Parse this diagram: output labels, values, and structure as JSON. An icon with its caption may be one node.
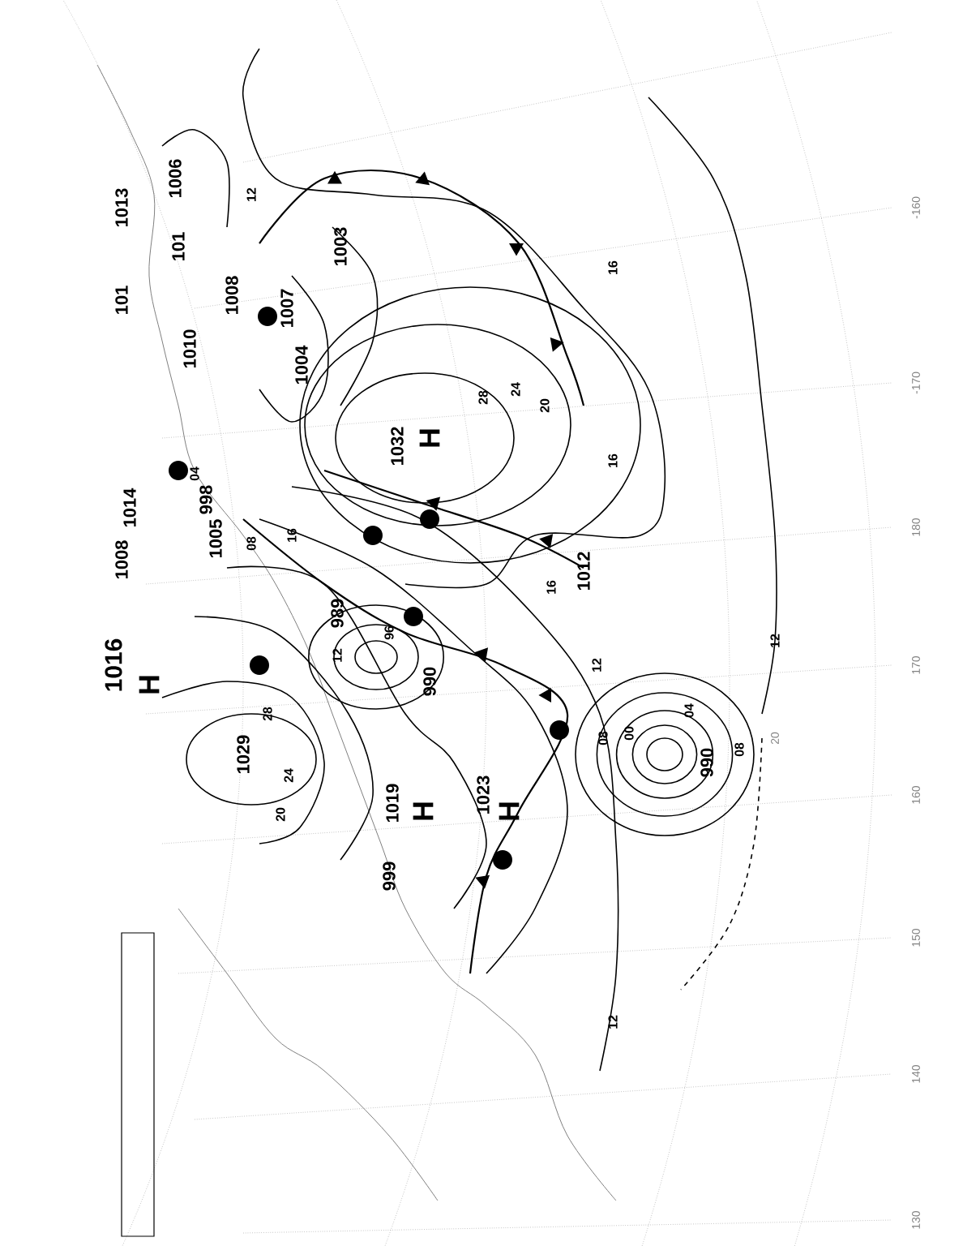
{
  "diagram": {
    "labels": [
      "1016",
      "H",
      "1008",
      "1014",
      "1013",
      "101",
      "1010",
      "1008",
      "101",
      "1006",
      "12",
      "1007",
      "1003",
      "1004",
      "998",
      "04",
      "1005",
      "08",
      "16",
      "12",
      "989",
      "96",
      "990",
      "1029",
      "28",
      "24",
      "20",
      "1019",
      "H",
      "999",
      "1023",
      "H",
      "1032",
      "H",
      "28",
      "24",
      "20",
      "16",
      "16",
      "1012",
      "12",
      "08",
      "00",
      "04",
      "990",
      "08",
      "20",
      "12",
      "12",
      "16",
      "130",
      "140",
      "150",
      "160",
      "170",
      "180",
      "-170",
      "-160"
    ]
  }
}
